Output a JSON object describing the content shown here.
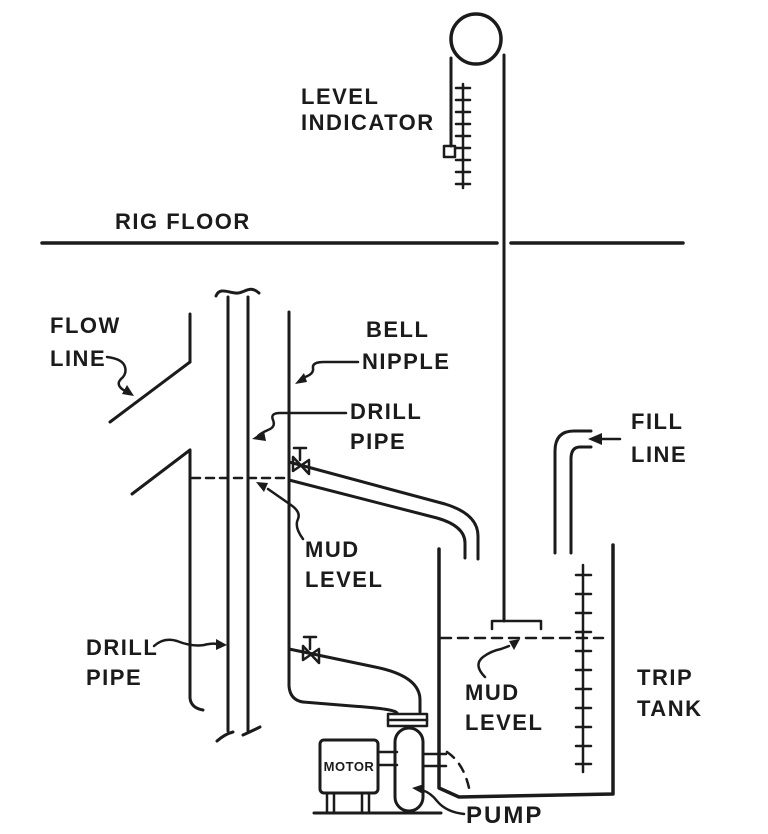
{
  "colors": {
    "ink": "#1b1b1b",
    "paper": "#ffffff"
  },
  "labels": {
    "level_indicator": {
      "line1": "LEVEL",
      "line2": "INDICATOR"
    },
    "rig_floor": {
      "line1": "RIG FLOOR"
    },
    "flow_line": {
      "line1": "FLOW",
      "line2": "LINE"
    },
    "bell_nipple": {
      "line1": "BELL",
      "line2": "NIPPLE"
    },
    "drill_pipe_upper": {
      "line1": "DRILL",
      "line2": "PIPE"
    },
    "mud_level_well": {
      "line1": "MUD",
      "line2": "LEVEL"
    },
    "drill_pipe_lower": {
      "line1": "DRILL",
      "line2": "PIPE"
    },
    "fill_line": {
      "line1": "FILL",
      "line2": "LINE"
    },
    "mud_level_tank": {
      "line1": "MUD",
      "line2": "LEVEL"
    },
    "trip_tank": {
      "line1": "TRIP",
      "line2": "TANK"
    },
    "motor": {
      "line1": "MOTOR"
    },
    "pump": {
      "line1": "PUMP"
    }
  }
}
